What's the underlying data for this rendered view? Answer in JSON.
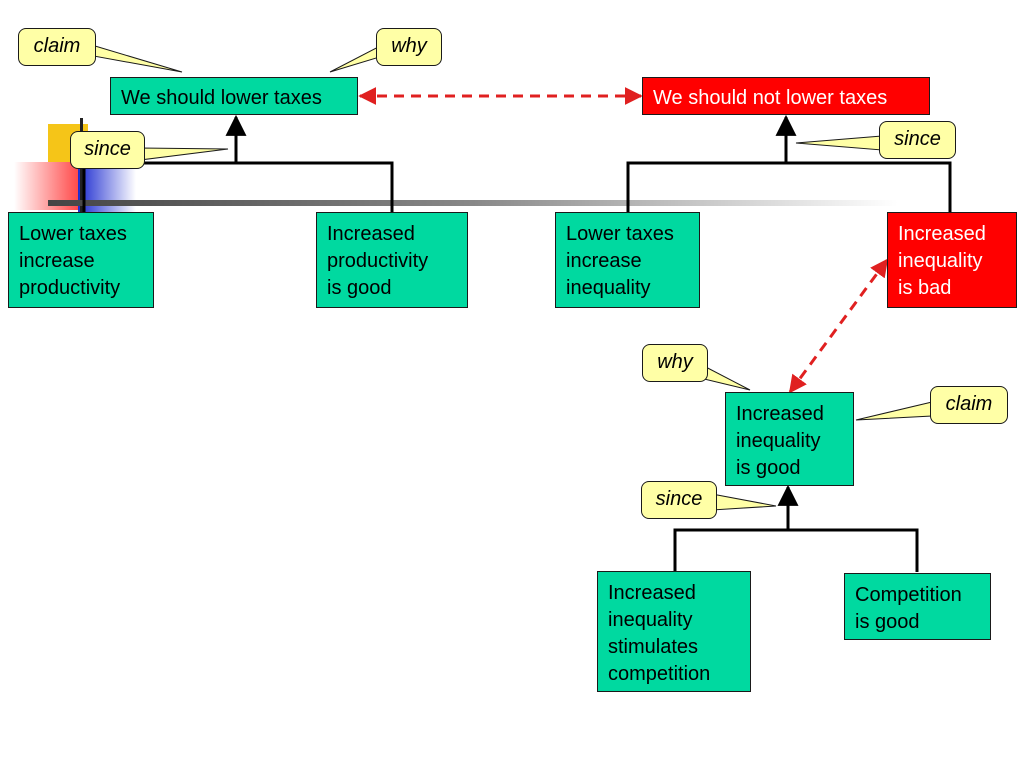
{
  "colors": {
    "support_box": "#00d9a0",
    "opposing_box": "#ff0000",
    "callout": "#ffffa6",
    "attack_arrow": "#e02020",
    "link_line": "#000000"
  },
  "claims": {
    "main": "We should lower taxes",
    "counter": "We should not lower taxes",
    "sub": [
      "Increased",
      "inequality",
      "is good"
    ]
  },
  "premises": {
    "productivity": [
      "Lower taxes",
      "increase",
      "productivity"
    ],
    "productivity_good": [
      "Increased",
      "productivity",
      "is good"
    ],
    "inequality": [
      "Lower taxes",
      "increase",
      "inequality"
    ],
    "inequality_bad": [
      "Increased",
      "inequality",
      "is bad"
    ],
    "stimulates": [
      "Increased",
      "inequality",
      "stimulates",
      "competition"
    ],
    "competition_good": [
      "Competition",
      "is good"
    ]
  },
  "callouts": {
    "claim_main": "claim",
    "why_main": "why",
    "since_main": "since",
    "since_counter": "since",
    "why_sub": "why",
    "claim_sub": "claim",
    "since_sub": "since"
  }
}
